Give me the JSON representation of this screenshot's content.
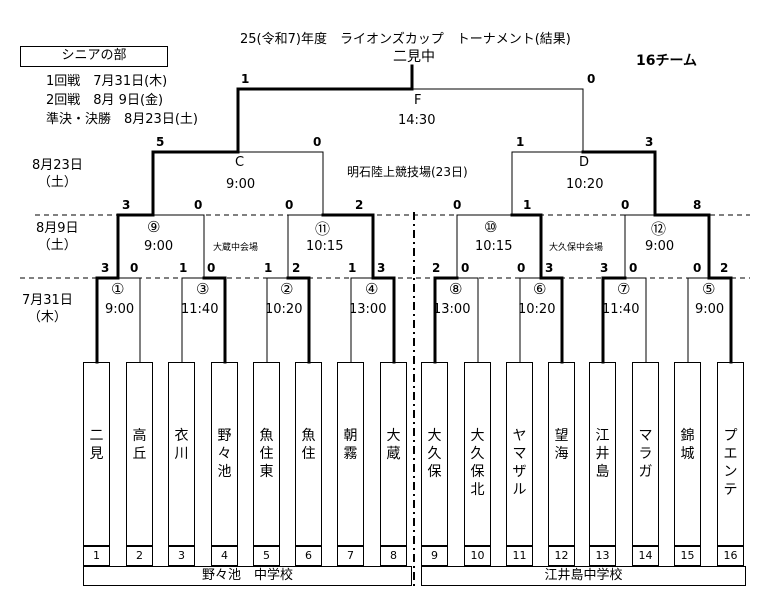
{
  "header": {
    "title": "25(令和7)年度　ライオンズカップ　トーナメント(結果)",
    "winner": "二見中",
    "team_count": "16チーム"
  },
  "division": "シニアの部",
  "schedule": [
    "1回戦　7月31日(木)",
    "2回戦　8月 9日(金)",
    "準決・決勝　8月23日(土)"
  ],
  "row_labels": {
    "semis_date": "8月23日",
    "semis_day": "（土）",
    "r2_date": "8月9日",
    "r2_day": "（土）",
    "r1_date": "7月31日",
    "r1_day": "（木）"
  },
  "venues": {
    "semis": "明石陸上競技場(23日)",
    "left_r2": "大蔵中会場",
    "right_r2": "大久保中会場"
  },
  "matches": {
    "final": {
      "id": "F",
      "time": "14:30",
      "score_left": "1",
      "score_right": "0"
    },
    "semi_c": {
      "id": "C",
      "time": "9:00",
      "score_left": "5",
      "score_right": "0"
    },
    "semi_d": {
      "id": "D",
      "time": "10:20",
      "score_left": "1",
      "score_right": "3"
    },
    "m9": {
      "id": "⑨",
      "time": "9:00",
      "score_left": "3",
      "score_right": "0"
    },
    "m11": {
      "id": "⑪",
      "time": "10:15",
      "score_left": "0",
      "score_right": "2"
    },
    "m10": {
      "id": "⑩",
      "time": "10:15",
      "score_left": "0",
      "score_right": "1"
    },
    "m12": {
      "id": "⑫",
      "time": "9:00",
      "score_left": "0",
      "score_right": "8"
    },
    "m1": {
      "id": "①",
      "time": "9:00",
      "score_left": "3",
      "score_right": "0"
    },
    "m3": {
      "id": "③",
      "time": "11:40",
      "score_left": "1",
      "score_right": "0"
    },
    "m2": {
      "id": "②",
      "time": "10:20",
      "score_left": "1",
      "score_right": "2"
    },
    "m4": {
      "id": "④",
      "time": "13:00",
      "score_left": "1",
      "score_right": "3"
    },
    "m8": {
      "id": "⑧",
      "time": "13:00",
      "score_left": "2",
      "score_right": "0"
    },
    "m6": {
      "id": "⑥",
      "time": "10:20",
      "score_left": "0",
      "score_right": "3"
    },
    "m7": {
      "id": "⑦",
      "time": "11:40",
      "score_left": "3",
      "score_right": "0"
    },
    "m5": {
      "id": "⑤",
      "time": "9:00",
      "score_left": "0",
      "score_right": "2"
    }
  },
  "teams": [
    {
      "no": "1",
      "name": "二見"
    },
    {
      "no": "2",
      "name": "高丘"
    },
    {
      "no": "3",
      "name": "衣川"
    },
    {
      "no": "4",
      "name": "野々池"
    },
    {
      "no": "5",
      "name": "魚住東"
    },
    {
      "no": "6",
      "name": "魚住"
    },
    {
      "no": "7",
      "name": "朝霧"
    },
    {
      "no": "8",
      "name": "大蔵"
    },
    {
      "no": "9",
      "name": "大久保"
    },
    {
      "no": "10",
      "name": "大久保北"
    },
    {
      "no": "11",
      "name": "ヤマザル"
    },
    {
      "no": "12",
      "name": "望海"
    },
    {
      "no": "13",
      "name": "江井島"
    },
    {
      "no": "14",
      "name": "マラガ"
    },
    {
      "no": "15",
      "name": "錦城"
    },
    {
      "no": "16",
      "name": "プエンテ"
    }
  ],
  "schools": {
    "left": "野々池　中学校",
    "right": "江井島中学校"
  }
}
